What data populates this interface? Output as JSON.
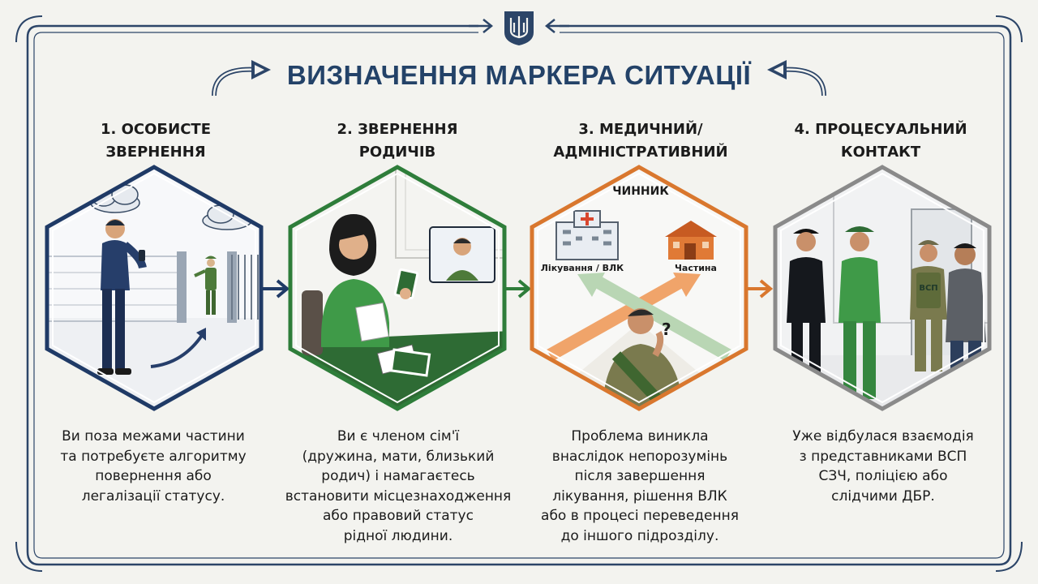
{
  "title": "ВИЗНАЧЕННЯ МАРКЕРА СИТУАЦІЇ",
  "columns": [
    {
      "heading": "1. ОСОБИСТЕ\nЗВЕРНЕННЯ",
      "description": "Ви поза межами частини\nта потребуєте алгоритму\nповернення або\nлегалізації статусу.",
      "border_color": "#1f3a66"
    },
    {
      "heading": "2. ЗВЕРНЕННЯ\nРОДИЧІВ",
      "description": "Ви є членом сім'ї\n(дружина, мати, близький\nродич) і намагаєтесь\nвстановити місцезнаходження\nабо правовий статус\nрідної людини.",
      "border_color": "#2e7d3a"
    },
    {
      "heading": "3. МЕДИЧНИЙ/\nАДМІНІСТРАТИВНИЙ",
      "description": "Проблема виникла\nвнаслідок непорозумінь\nпісля завершення\nлікування, рішення ВЛК\nабо в процесі переведення\nдо іншого підрозділу.",
      "border_color": "#d9772e",
      "factor_label": "ЧИННИК",
      "option_left": "Лікування / ВЛК",
      "option_right": "Частина"
    },
    {
      "heading": "4. ПРОЦЕСУАЛЬНИЙ\nКОНТАКТ",
      "description": "Уже відбулася взаємодія\nз представниками ВСП\nСЗЧ, поліцією або\nслідчими ДБР.",
      "border_color": "#8a8a8a",
      "vest_label": "ВСП"
    }
  ],
  "colors": {
    "title": "#234268",
    "frame": "#2c4568",
    "navy": "#1f3a66",
    "green": "#2e7d3a",
    "orange": "#d9772e",
    "gray": "#8a8a8a"
  },
  "icons": [
    "trident-emblem-icon",
    "curved-arrow-left-icon",
    "curved-arrow-right-icon",
    "chevron-right-icon",
    "cross-arrows-icon",
    "hospital-icon",
    "barracks-icon"
  ]
}
